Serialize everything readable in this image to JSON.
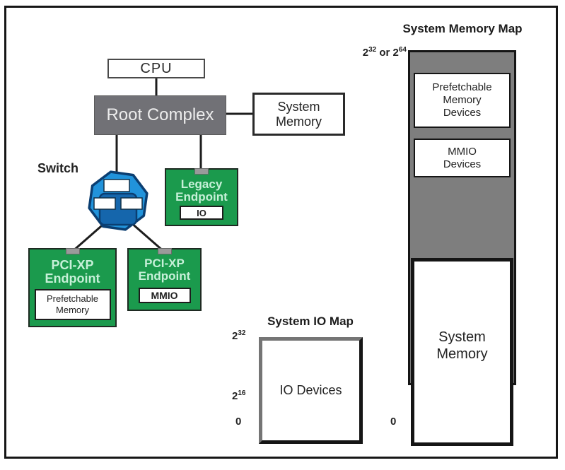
{
  "topology": {
    "cpu_label": "CPU",
    "root_complex_label": "Root Complex",
    "system_memory_label": "System Memory",
    "switch_label": "Switch",
    "legacy_endpoint": {
      "label": "Legacy Endpoint",
      "badge": "IO"
    },
    "endpoint_prefetch": {
      "label": "PCI-XP Endpoint",
      "badge": "Prefetchable Memory"
    },
    "endpoint_mmio": {
      "label": "PCI-XP Endpoint",
      "badge": "MMIO"
    }
  },
  "memory_map": {
    "title": "System Memory Map",
    "top_label": {
      "base1": "2",
      "exp1": "32",
      "or": " or ",
      "base2": "2",
      "exp2": "64"
    },
    "prefetch_region": "Prefetchable Memory Devices",
    "mmio_region": "MMIO Devices",
    "system_memory": "System Memory",
    "zero": "0"
  },
  "io_map": {
    "title": "System IO Map",
    "top": {
      "base": "2",
      "exp": "32"
    },
    "mid": {
      "base": "2",
      "exp": "16"
    },
    "zero": "0",
    "label": "IO Devices"
  },
  "colors": {
    "endpoint_green": "#1B9A4D",
    "endpoint_text": "#C6F0D8",
    "switch_blue": "#2193DB",
    "switch_blue_dark": "#1566AC",
    "switch_border": "#0B3E71",
    "root_complex_gray": "#717176",
    "memory_bar_gray": "#7E7E7E",
    "tab_gray": "#9A9A9A",
    "line_black": "#1d1d1d"
  }
}
